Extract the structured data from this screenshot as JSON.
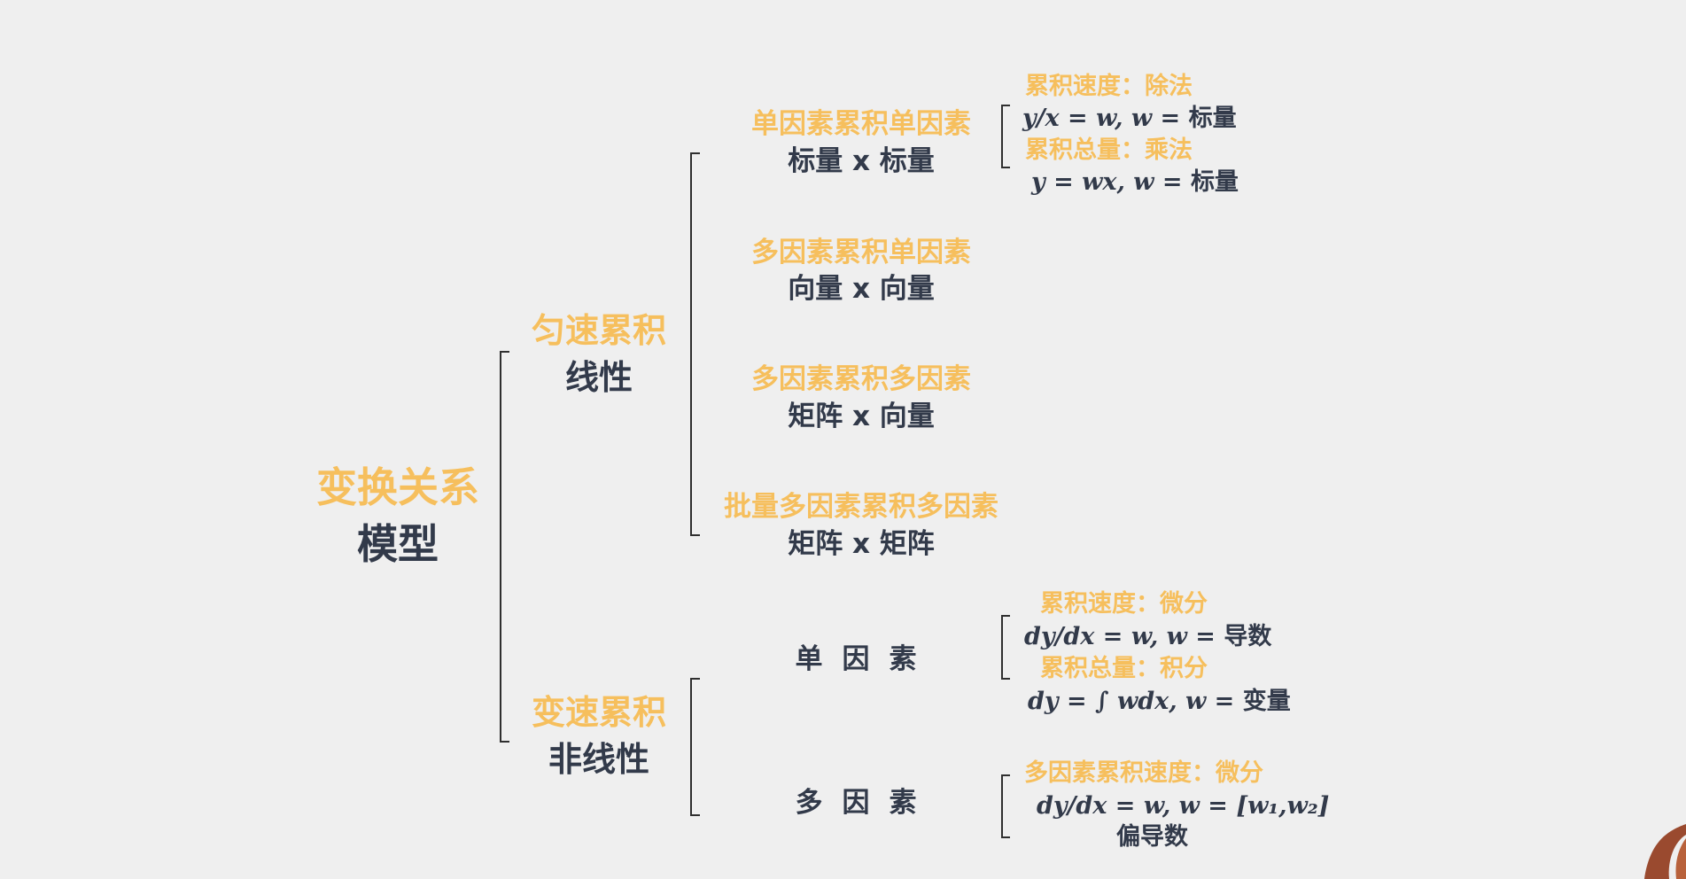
{
  "root": {
    "title": "变换关系",
    "subtitle": "模型"
  },
  "uniform": {
    "title": "匀速累积",
    "subtitle": "线性",
    "items": [
      {
        "title": "单因素累积单因素",
        "formula": "标量 x 标量"
      },
      {
        "title": "多因素累积单因素",
        "formula": "向量 x 向量"
      },
      {
        "title": "多因素累积多因素",
        "formula": "矩阵 x 向量"
      },
      {
        "title": "批量多因素累积多因素",
        "formula": "矩阵 x 矩阵"
      }
    ],
    "notes": {
      "speed_label": "累积速度：除法",
      "speed_formula": "y/x = w, w =",
      "speed_tail": "标量",
      "total_label": "累积总量：乘法",
      "total_formula": "y = wx, w =",
      "total_tail": "标量"
    }
  },
  "variable": {
    "title": "变速累积",
    "subtitle": "非线性",
    "single": {
      "label": "单因素",
      "speed_label": "累积速度：微分",
      "speed_formula": "dy/dx = w, w =",
      "speed_tail": "导数",
      "total_label": "累积总量：积分",
      "total_formula": "dy = ∫ wdx, w =",
      "total_tail": "变量"
    },
    "multi": {
      "label": "多因素",
      "speed_label": "多因素累积速度：微分",
      "speed_formula": "dy/dx = w, w = [w₁,w₂]",
      "tail": "偏导数"
    }
  },
  "colors": {
    "accent": "#f6bf5d",
    "dark": "#323a4a",
    "background": "#efefef",
    "line": "#2f2f2f"
  }
}
